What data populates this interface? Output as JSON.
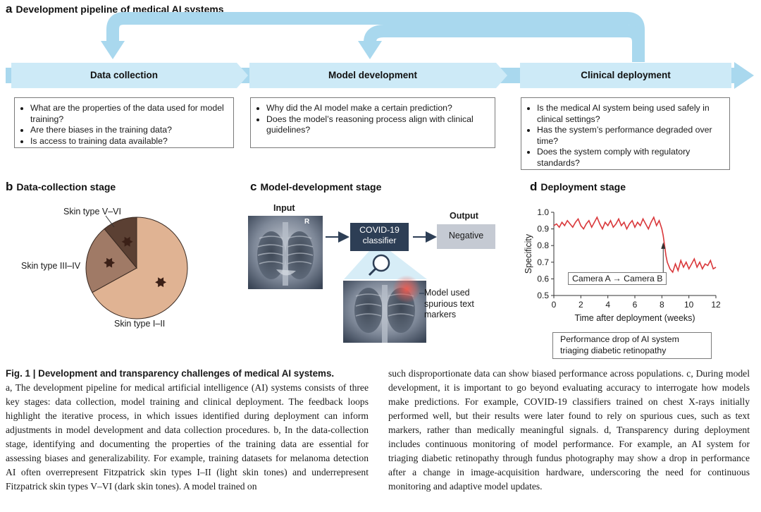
{
  "panel_a": {
    "letter": "a",
    "title": "Development pipeline of medical AI systems",
    "stages": [
      "Data collection",
      "Model development",
      "Clinical deployment"
    ],
    "questions": [
      [
        "What are the properties of the data used for model training?",
        "Are there biases in the training data?",
        "Is access to training data available?"
      ],
      [
        "Why did the AI model make a certain prediction?",
        "Does the model’s reasoning process align with clinical guidelines?"
      ],
      [
        "Is the medical AI system being used safely in clinical settings?",
        "Has the system’s performance degraded over time?",
        "Does the system comply with regulatory standards?"
      ]
    ],
    "colors": {
      "arrow": "#a9d8ee",
      "stage_fill": "#cdeaf7"
    }
  },
  "panel_b": {
    "letter": "b",
    "title": "Data-collection stage",
    "chart_data": {
      "type": "pie",
      "slices": [
        {
          "label": "Skin type I–II",
          "value": 67,
          "color": "#e0b393"
        },
        {
          "label": "Skin type III–IV",
          "value": 22,
          "color": "#a07a66"
        },
        {
          "label": "Skin type V–VI",
          "value": 11,
          "color": "#5b4033"
        }
      ]
    }
  },
  "panel_c": {
    "letter": "c",
    "title": "Model-development stage",
    "input_label": "Input",
    "r_marker": "R",
    "classifier_label": "COVID-19 classifier",
    "output_label": "Output",
    "output_value": "Negative",
    "annotation": "Model used spurious text markers",
    "colors": {
      "classifier": "#2d3e55",
      "output": "#c5cad3",
      "highlight": "#f05a4f"
    }
  },
  "panel_d": {
    "letter": "d",
    "title": "Deployment stage",
    "annotation": "Camera A → Camera B",
    "caption": "Performance drop of AI system triaging diabetic retinopathy",
    "chart_data": {
      "type": "line",
      "xlabel": "Time after deployment (weeks)",
      "ylabel": "Specificity",
      "xlim": [
        0,
        12
      ],
      "ylim": [
        0.5,
        1.0
      ],
      "xticks": [
        0,
        2,
        4,
        6,
        8,
        10,
        12
      ],
      "yticks": [
        0.5,
        0.6,
        0.7,
        0.8,
        0.9,
        1.0
      ],
      "series": [
        {
          "color": "#d9373a",
          "x": [
            0,
            0.2,
            0.4,
            0.6,
            0.8,
            1.0,
            1.2,
            1.4,
            1.6,
            1.8,
            2.0,
            2.2,
            2.4,
            2.6,
            2.8,
            3.0,
            3.2,
            3.4,
            3.6,
            3.8,
            4.0,
            4.2,
            4.4,
            4.6,
            4.8,
            5.0,
            5.2,
            5.4,
            5.6,
            5.8,
            6.0,
            6.2,
            6.4,
            6.6,
            6.8,
            7.0,
            7.2,
            7.4,
            7.6,
            7.8,
            8.0,
            8.1,
            8.2,
            8.3,
            8.4,
            8.5,
            8.6,
            8.8,
            9.0,
            9.2,
            9.4,
            9.6,
            9.8,
            10.0,
            10.2,
            10.4,
            10.6,
            10.8,
            11.0,
            11.2,
            11.4,
            11.6,
            11.8,
            12.0
          ],
          "y": [
            0.92,
            0.93,
            0.91,
            0.94,
            0.92,
            0.95,
            0.93,
            0.91,
            0.94,
            0.96,
            0.92,
            0.9,
            0.93,
            0.95,
            0.91,
            0.94,
            0.97,
            0.93,
            0.9,
            0.94,
            0.92,
            0.95,
            0.91,
            0.93,
            0.96,
            0.92,
            0.94,
            0.9,
            0.93,
            0.95,
            0.91,
            0.94,
            0.92,
            0.96,
            0.93,
            0.9,
            0.94,
            0.97,
            0.92,
            0.95,
            0.9,
            0.86,
            0.8,
            0.74,
            0.7,
            0.68,
            0.66,
            0.64,
            0.69,
            0.65,
            0.71,
            0.67,
            0.7,
            0.66,
            0.69,
            0.72,
            0.67,
            0.7,
            0.66,
            0.69,
            0.68,
            0.71,
            0.66,
            0.67
          ]
        }
      ]
    }
  },
  "caption": {
    "fig_label": "Fig. 1 | Development and transparency challenges of medical AI systems.",
    "left_body": "a, The development pipeline for medical artificial intelligence (AI) systems consists of three key stages: data collection, model training and clinical deployment. The feedback loops highlight the iterative process, in which issues identified during deployment can inform adjustments in model development and data collection procedures. b, In the data-collection stage, identifying and documenting the properties of the training data are essential for assessing biases and generalizability. For example, training datasets for melanoma detection AI often overrepresent Fitzpatrick skin types I–II (light skin tones) and underrepresent Fitzpatrick skin types V–VI (dark skin tones). A model trained on",
    "right_body": "such disproportionate data can show biased performance across populations. c, During model development, it is important to go beyond evaluating accuracy to interrogate how models make predictions. For example, COVID-19 classifiers trained on chest X-rays initially performed well, but their results were later found to rely on spurious cues, such as text markers, rather than medically meaningful signals. d, Transparency during deployment includes continuous monitoring of model performance. For example, an AI system for triaging diabetic retinopathy through fundus photography may show a drop in performance after a change in image-acquisition hardware, underscoring the need for continuous monitoring and adaptive model updates."
  }
}
